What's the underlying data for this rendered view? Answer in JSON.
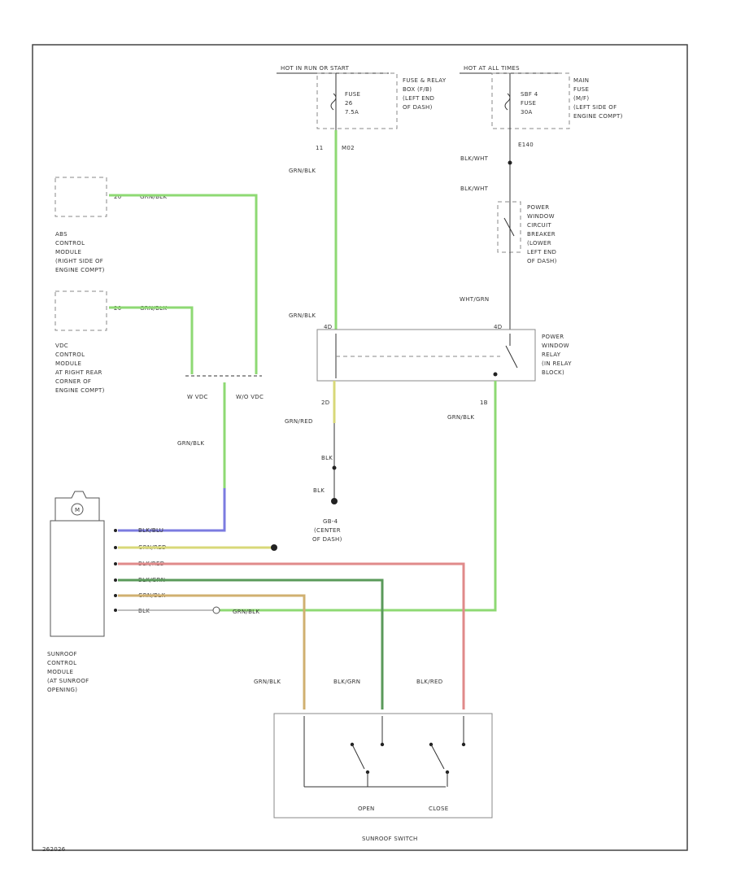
{
  "colors": {
    "green": "#8ed973",
    "blue": "#7b7be0",
    "yellow": "#d8d878",
    "red": "#e08a8a",
    "dark_green": "#5a9a5a",
    "tan": "#d0b070",
    "gray": "#999999"
  },
  "top_left_label": "HOT IN RUN OR START",
  "fuse_box_label": [
    "FUSE & RELAY",
    "BOX (F/B)",
    "(LEFT END",
    "OF DASH)"
  ],
  "fuse_label": [
    "FUSE",
    "26",
    "7.5A"
  ],
  "fuse_circuit": [
    "11",
    "M02"
  ],
  "top_right_label": "HOT AT ALL TIMES",
  "main_fuse_label": [
    "SBF 4",
    "FUSE",
    "30A"
  ],
  "main_box_label": [
    "MAIN",
    "FUSE",
    "(M/F)",
    "(LEFT SIDE OF",
    "ENGINE COMPT)"
  ],
  "main_circuit": "E140",
  "wire_green_black": "GRN/BLK",
  "wire_blk_wht": "BLK/WHT",
  "wire_wht_grn": "WHT/GRN",
  "wire_grn_red": "GRN/RED",
  "wire_blk": "BLK",
  "breaker_label": [
    "POWER",
    "WINDOW",
    "CIRCUIT",
    "BREAKER",
    "(LOWER",
    "LEFT END",
    "OF DASH)"
  ],
  "abs_module": [
    "ABS",
    "CONTROL",
    "MODULE",
    "(RIGHT SIDE OF",
    "ENGINE COMPT)"
  ],
  "abs_pin": "20",
  "vdc_module": [
    "VDC",
    "CONTROL",
    "MODULE",
    "AT RIGHT REAR",
    "CORNER OF",
    "ENGINE COMPT)"
  ],
  "vdc_pin": "20",
  "wvdc": "W VDC",
  "wovdc": "W/O VDC",
  "relay_label": [
    "POWER",
    "WINDOW",
    "RELAY",
    "(IN RELAY",
    "BLOCK)"
  ],
  "relay_pins": [
    "4D",
    "4D",
    "2D",
    "1B"
  ],
  "ground_label": [
    "GB-4",
    "(CENTER",
    "OF DASH)"
  ],
  "motor_label": "M",
  "sunroof_module_wires": [
    "BLK/BLU",
    "GRN/RED",
    "BLK/RED",
    "BLK/GRN",
    "GRN/BLK",
    "BLK"
  ],
  "sunroof_module_label": [
    "SUNROOF",
    "CONTROL",
    "MODULE",
    "(AT SUNROOF",
    "OPENING)"
  ],
  "switch_wires": [
    "GRN/BLK",
    "BLK/GRN",
    "BLK/RED"
  ],
  "switch_open": "OPEN",
  "switch_close": "CLOSE",
  "switch_label": "SUNROOF SWITCH",
  "figure_code": "262026"
}
